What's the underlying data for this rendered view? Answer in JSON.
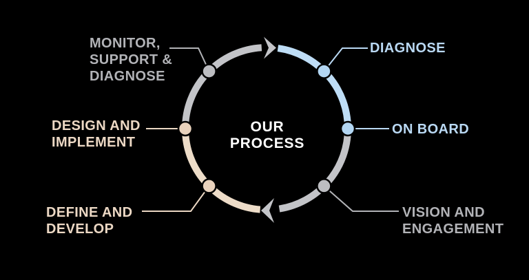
{
  "diagram": {
    "center_label": "OUR PROCESS",
    "flow_direction": "clockwise",
    "steps": [
      {
        "name": "diagnose",
        "label_lines": [
          "DIAGNOSE"
        ],
        "color": "#BAD9F4"
      },
      {
        "name": "on-board",
        "label_lines": [
          "ON BOARD"
        ],
        "color": "#BAD9F4"
      },
      {
        "name": "vision-and-engagement",
        "label_lines": [
          "VISION AND",
          "ENGAGEMENT"
        ],
        "color": "#B2B3B7"
      },
      {
        "name": "define-and-develop",
        "label_lines": [
          "DEFINE AND",
          "DEVELOP"
        ],
        "color": "#ECD8C4"
      },
      {
        "name": "design-and-implement",
        "label_lines": [
          "DESIGN AND",
          "IMPLEMENT"
        ],
        "color": "#ECD8C4"
      },
      {
        "name": "monitor-support-diagnose",
        "label_lines": [
          "MONITOR,",
          "SUPPORT &",
          "DIAGNOSE"
        ],
        "color": "#B2B3B7"
      }
    ],
    "colors": {
      "blue": "#BEDDF6",
      "gray": "#C3C4C8",
      "tan": "#EDDCC8",
      "center_text": "#FFFFFF",
      "background": "#000000"
    }
  }
}
